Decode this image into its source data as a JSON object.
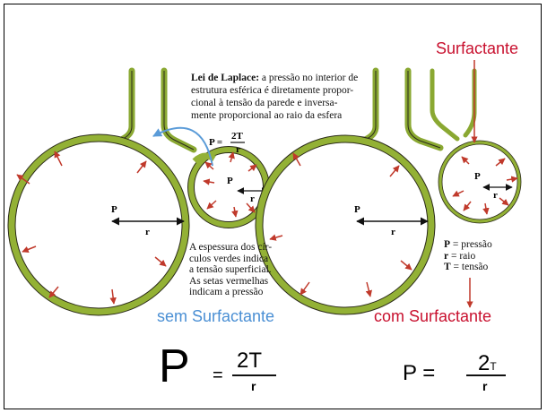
{
  "colors": {
    "surfactant_label": "#c8102e",
    "sem_label": "#4a8fd4",
    "com_label": "#c8102e",
    "bubble_fill": "#93b135",
    "bubble_border": "#2b2b1a",
    "pressure_arrow": "#c0392b",
    "flow_arrow": "#5a9bd8"
  },
  "labels": {
    "surfactante_top": "Surfactante",
    "sem": "sem Surfactante",
    "com": "com Surfactante"
  },
  "laplace": {
    "bold": "Lei de Laplace:",
    "line1": " a pressão no interior de",
    "line2": "estrutura esférica é diretamente propor-",
    "line3": "cional à tensão da parede e inversa-",
    "line4": "mente proporcional ao raio da esfera"
  },
  "small_formula": {
    "p": "P =",
    "num": "2T",
    "den": "r"
  },
  "left_diagram": {
    "big_p": "P",
    "big_r": "r",
    "small_p": "P",
    "small_r": "r"
  },
  "right_diagram": {
    "big_p": "P",
    "big_r": "r",
    "small_p": "P",
    "small_r": "r"
  },
  "note": {
    "line1": "A espessura dos cír-",
    "line2": "culos verdes indica",
    "line3": "a tensão superficial.",
    "line4": "As setas vermelhas",
    "line5": "indicam a pressão"
  },
  "legend": {
    "p_key": "P",
    "p_text": " = pressão",
    "r_key": "r",
    "r_text": " = raio",
    "t_key": "T",
    "t_text": " = tensão"
  },
  "formula_left": {
    "p": "P",
    "eq": "=",
    "num": "2T",
    "den": "r"
  },
  "formula_right": {
    "p": "P =",
    "num": "2",
    "num_sub": "T",
    "den": "r"
  }
}
